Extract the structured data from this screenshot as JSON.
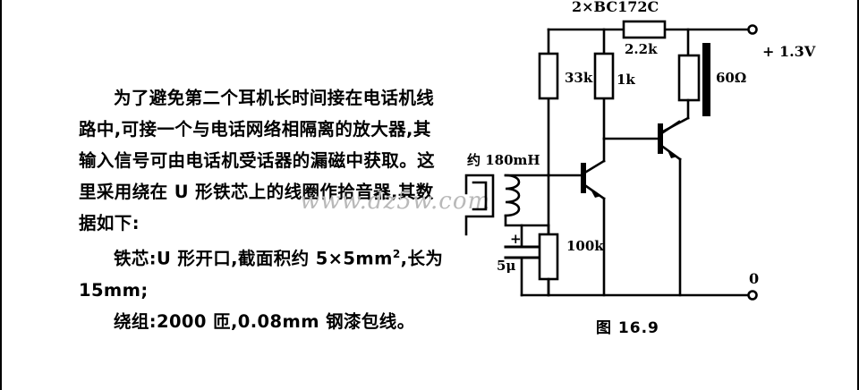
{
  "page": {
    "watermark": "www.dz5w.com"
  },
  "article": {
    "paragraphs": [
      "为了避免第二个耳机长时间接在电话机线路中,可接一个与电话网络相隔离的放大器,其输入信号可由电话机受话器的漏磁中获取。这里采用绕在 U 形铁芯上的线圈作拾音器,其数据如下:",
      "铁芯:U 形开口,截面积约 5×5mm²,长为15mm;",
      "绕组:2000 匝,0.08mm 钢漆包线。"
    ],
    "line_fragments": [
      "为了避免第二个耳机长时间接在电话机线",
      "路中,可接一个与电话网络相隔离的放大器,其",
      "输入信号可由电话机受话器的漏磁中获取。这",
      "里采用绕在 U 形铁芯上的线圈作拾音器,其数",
      "据如下:",
      "铁芯:U 形开口,截面积约 5×5mm",
      "15mm;",
      "绕组:2000 匝,0.08mm 钢漆包线。"
    ],
    "superscript": "2",
    "line6_tail": ",长为"
  },
  "figure": {
    "caption": "图 16.9",
    "transistor_label": "2×BC172C",
    "labels": {
      "r_33k": "33k",
      "r_1k": "1k",
      "r_2k2": "2.2k",
      "r_100k": "100k",
      "load_60r": "60Ω",
      "cap_5u": "5μ",
      "cap_polarity": "+",
      "coil_180mh": "约 180mH",
      "supply": "+ 1.3V",
      "ground": "0"
    }
  }
}
